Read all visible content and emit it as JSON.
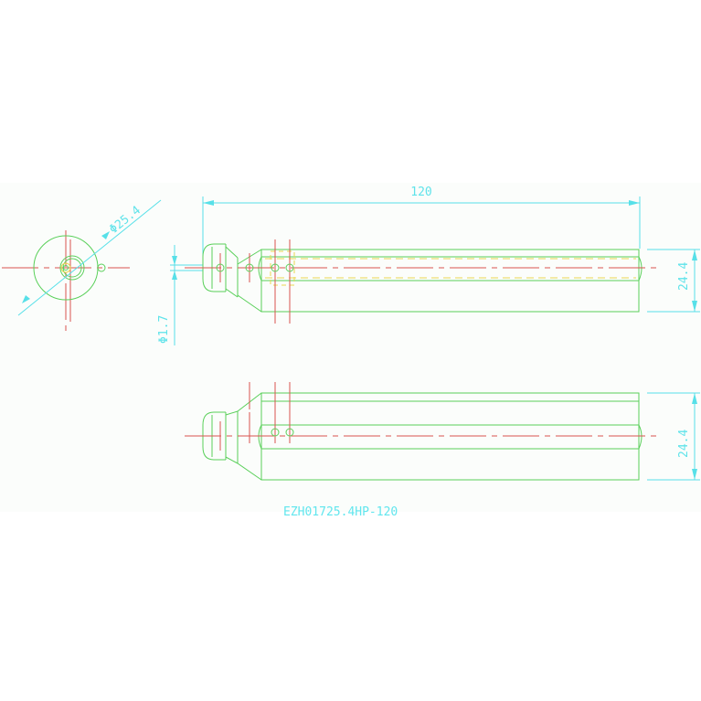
{
  "drawing": {
    "part_number": "EZH01725.4HP-120",
    "dimensions": {
      "length": "120",
      "outer_diameter": "Φ25.4",
      "hole_diameter": "Φ1.7",
      "height_top_view": "24.4",
      "height_bottom_view": "24.4"
    },
    "colors": {
      "outline": "#5ad05a",
      "dimension": "#57e0e8",
      "centerline": "#d9534f",
      "hidden": "#e8d850",
      "panel": "#fbfdfb"
    }
  }
}
